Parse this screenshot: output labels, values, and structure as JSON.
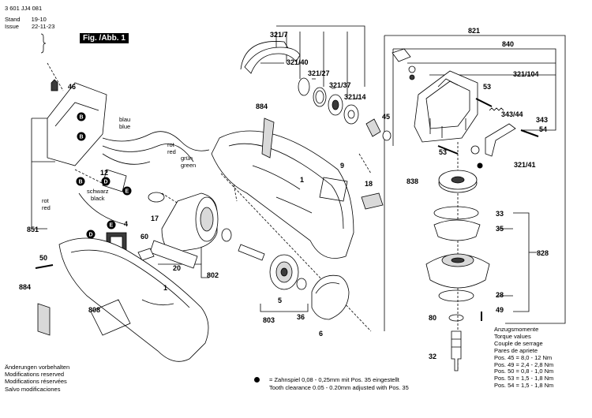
{
  "header": {
    "doc_number": "3 601 JJ4 081",
    "stand_label": "Stand",
    "issue_label": "Issue",
    "stand_value": "19-10",
    "issue_value": "22-11-23",
    "figure_label": "Fig. /Abb. 1"
  },
  "part_labels": {
    "p321_7": "321/7",
    "p821": "821",
    "p840": "840",
    "p321_40": "321/40",
    "p321_27": "321/27",
    "p321_37": "321/37",
    "p321_14": "321/14",
    "p321_104": "321/104",
    "p46": "46",
    "p884a": "884",
    "p884b": "884",
    "p53a": "53",
    "p53b": "53",
    "p45": "45",
    "p343_44": "343/44",
    "p343": "343",
    "p54": "54",
    "p321_41": "321/41",
    "p1a": "1",
    "p1b": "1",
    "p9": "9",
    "p18": "18",
    "p838": "838",
    "p12": "12",
    "p33": "33",
    "p35a": "35",
    "p35b": "35",
    "p828": "828",
    "p851": "851",
    "p17": "17",
    "p4": "4",
    "p60": "60",
    "p50": "50",
    "p20": "20",
    "p802": "802",
    "p5": "5",
    "p28": "28",
    "p49": "49",
    "p803": "803",
    "p36": "36",
    "p6": "6",
    "p80": "80",
    "p808": "808",
    "p32": "32"
  },
  "badges": [
    "B",
    "B",
    "B",
    "D",
    "E",
    "E",
    "D"
  ],
  "wire_labels": {
    "blau": "blau",
    "blue": "blue",
    "rot1": "rot",
    "red1": "red",
    "gruen": "grün",
    "green": "green",
    "schwarz": "schwarz",
    "black": "black",
    "rot2": "rot",
    "red2": "red"
  },
  "notes": [
    "Änderungen vorbehalten",
    "Modifications reserved",
    "Modifications réservées",
    "Salvo modificaciones"
  ],
  "footnote": {
    "line1": "= Zahnspiel 0,08 - 0,25mm mit Pos. 35 eingestellt",
    "line2": "Tooth clearance 0.05 - 0.20mm adjusted with Pos. 35"
  },
  "torque": {
    "heading": [
      "Anzugsmomente",
      "Torque values",
      "Couple de serrage",
      "Pares de apriete"
    ],
    "rows": [
      "Pos.  45 = 8,0 - 12  Nm",
      "Pos.  49 = 2,4 - 2,8 Nm",
      "Pos.  50 = 0,8 - 1,0 Nm",
      "Pos.  53 = 1,5 - 1,8 Nm",
      "Pos.  54 = 1,5 - 1,8 Nm"
    ]
  },
  "colors": {
    "line": "#000000",
    "fill": "#ffffff",
    "shade": "#d9d9d9",
    "dark": "#3a3a3a"
  }
}
